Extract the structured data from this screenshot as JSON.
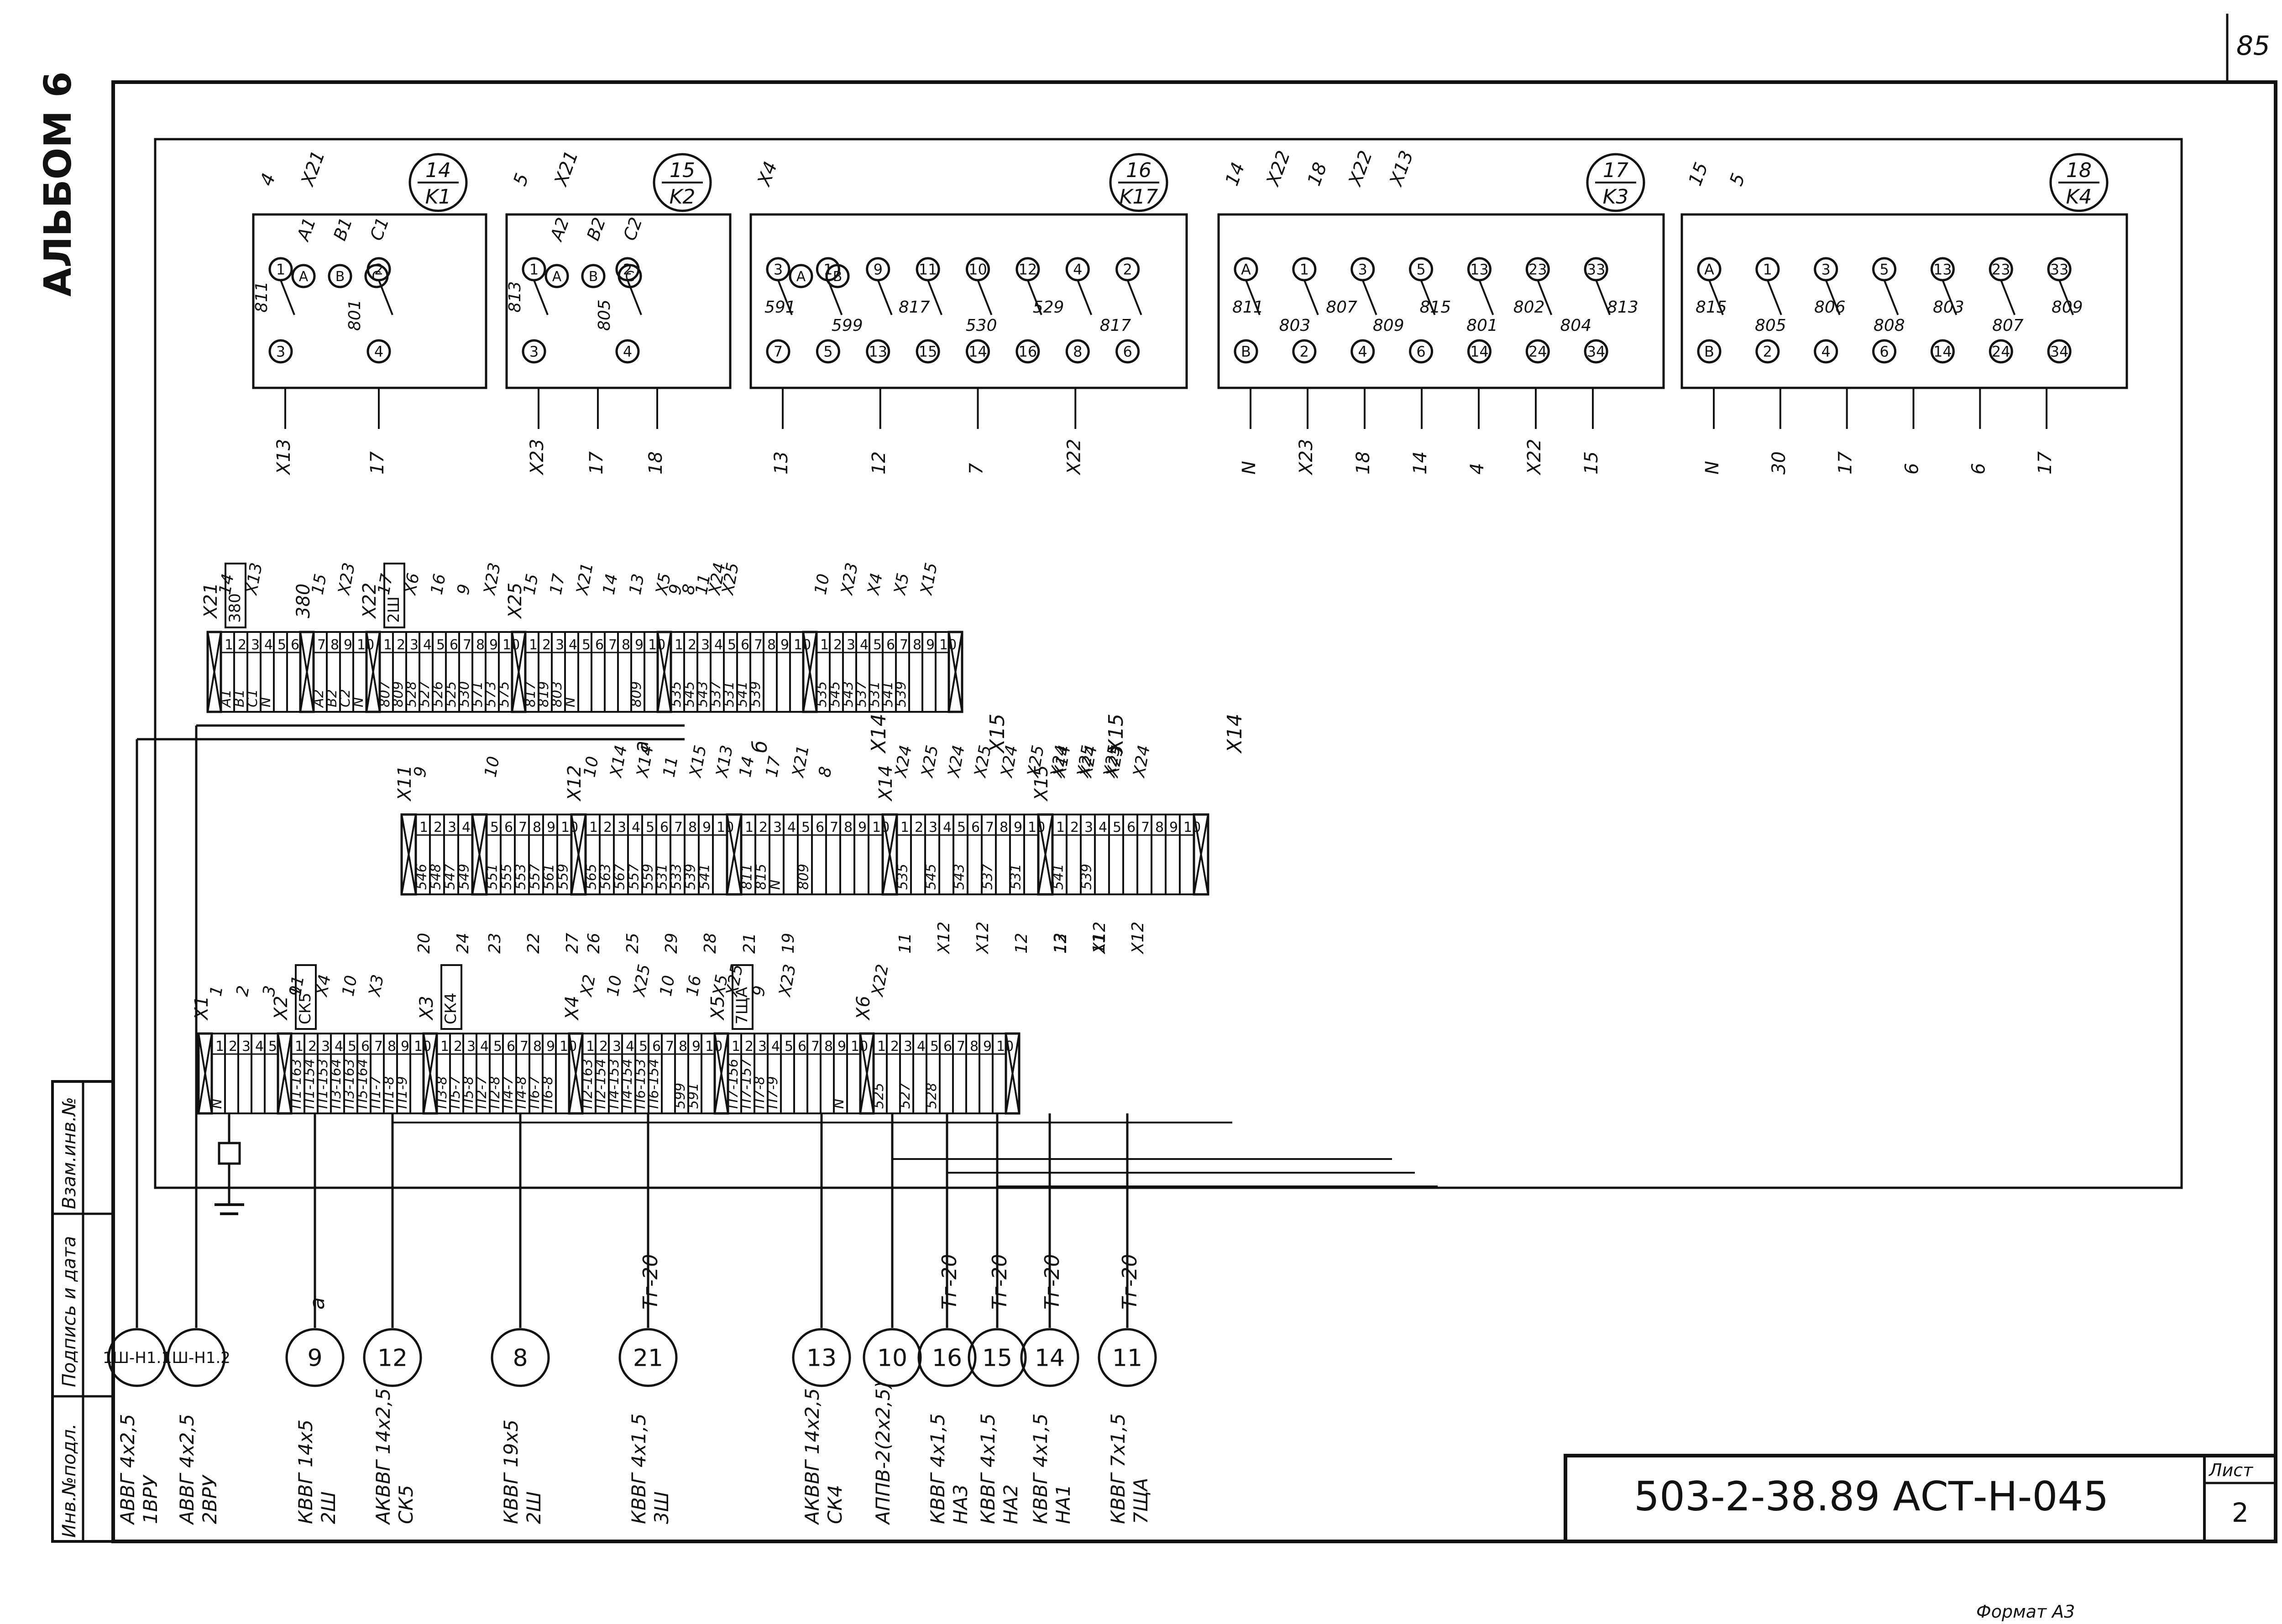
{
  "sheet": {
    "page_number": "85",
    "album": "АЛЬБОМ 6",
    "stamp_code": "503-2-38.89  АСТ-Н-045",
    "sheet_label": "Лист",
    "sheet_number": "2",
    "side_labels": [
      "Инв.№подл.",
      "Подпись и дата",
      "Взам.инв.№"
    ],
    "footer_note": "Формат А3"
  },
  "modules": [
    {
      "id": "14",
      "name": "K1",
      "bus_labels": [
        "4",
        "X21"
      ],
      "phases": [
        "A1",
        "B1",
        "C1"
      ],
      "terminals": [
        "A",
        "B",
        "C"
      ],
      "contacts": [
        "1",
        "2",
        "3",
        "4"
      ],
      "wires": [
        "811",
        "801"
      ],
      "exits": [
        "X13",
        "17"
      ]
    },
    {
      "id": "15",
      "name": "K2",
      "bus_labels": [
        "5",
        "X21"
      ],
      "phases": [
        "A2",
        "B2",
        "C2"
      ],
      "terminals": [
        "A",
        "B",
        "C"
      ],
      "contacts": [
        "1",
        "2",
        "3",
        "4"
      ],
      "wires": [
        "813",
        "805"
      ],
      "exits": [
        "X23",
        "17",
        "18"
      ]
    },
    {
      "id": "16",
      "name": "K17",
      "bus_labels": [
        "X4"
      ],
      "contacts": [
        "3",
        "1",
        "9",
        "11",
        "10",
        "12",
        "4",
        "2",
        "7",
        "5",
        "13",
        "15",
        "14",
        "16",
        "8",
        "6"
      ],
      "wires": [
        "591",
        "599",
        "817",
        "530",
        "529",
        "817"
      ],
      "terminals": [
        "A",
        "B"
      ],
      "exits": [
        "13",
        "12",
        "7",
        "X22"
      ]
    },
    {
      "id": "17",
      "name": "K3",
      "bus_labels": [
        "14",
        "X22",
        "18",
        "X22",
        "X13"
      ],
      "contacts": [
        "A",
        "1",
        "3",
        "5",
        "13",
        "23",
        "33",
        "B",
        "2",
        "4",
        "6",
        "14",
        "24",
        "34"
      ],
      "wires": [
        "811",
        "803",
        "807",
        "809",
        "815",
        "801",
        "802",
        "804",
        "813"
      ],
      "exits": [
        "N",
        "X23",
        "18",
        "14",
        "4",
        "X22",
        "15"
      ]
    },
    {
      "id": "18",
      "name": "K4",
      "bus_labels": [
        "15",
        "5"
      ],
      "contacts": [
        "A",
        "1",
        "3",
        "5",
        "13",
        "23",
        "33",
        "B",
        "2",
        "4",
        "6",
        "14",
        "24",
        "34"
      ],
      "wires": [
        "815",
        "805",
        "806",
        "808",
        "803",
        "807",
        "809"
      ],
      "exits": [
        "N",
        "30",
        "17",
        "6",
        "6",
        "17"
      ]
    }
  ],
  "strip1": {
    "groups": [
      {
        "header": "X21",
        "badge": "380",
        "numbers": [
          "1",
          "2",
          "3",
          "4",
          "5",
          "6"
        ],
        "wires": [
          "A1",
          "B1",
          "C1",
          "N"
        ],
        "top": [
          "14",
          "X13"
        ]
      },
      {
        "header": "380",
        "numbers": [
          "7",
          "8",
          "9",
          "10"
        ],
        "wires": [
          "A2",
          "B2",
          "C2",
          "N"
        ],
        "top": [
          "15",
          "X23"
        ]
      },
      {
        "header": "X22",
        "badge": "2Ш",
        "numbers": [
          "1",
          "2",
          "3",
          "4",
          "5",
          "6",
          "7",
          "8",
          "9",
          "10"
        ],
        "wires": [
          "807",
          "809",
          "528",
          "527",
          "526",
          "525",
          "530",
          "571",
          "573",
          "575"
        ],
        "top": [
          "17",
          "X6",
          "16",
          "9",
          "X23"
        ]
      },
      {
        "header": "X25",
        "numbers": [
          "1",
          "2",
          "3",
          "4",
          "5",
          "6",
          "7",
          "8",
          "9",
          "10"
        ],
        "wires": [
          "817",
          "819",
          "803",
          "N",
          "",
          "",
          "",
          "",
          "809",
          ""
        ],
        "top": [
          "15",
          "17",
          "X21",
          "14",
          "13",
          "X5",
          "8",
          "X24"
        ]
      },
      {
        "header": "",
        "numbers": [
          "1",
          "2",
          "3",
          "4",
          "5",
          "6",
          "7",
          "8",
          "9",
          "10"
        ],
        "wires": [
          "535",
          "545",
          "543",
          "537",
          "531",
          "541",
          "539"
        ],
        "top": [
          "9",
          "11",
          "X25"
        ]
      },
      {
        "header": "",
        "numbers": [
          "1",
          "2",
          "3",
          "4",
          "5",
          "6",
          "7",
          "8",
          "9",
          "10"
        ],
        "wires": [
          "535",
          "545",
          "543",
          "537",
          "531",
          "541",
          "539"
        ],
        "top": [
          "10",
          "X23",
          "X4",
          "X5",
          "X15"
        ]
      }
    ],
    "bottom_labels": [
      "а",
      "б",
      "X14",
      "X15",
      "X15",
      "X14"
    ]
  },
  "strip2": {
    "groups": [
      {
        "header": "X11",
        "numbers": [
          "1",
          "2",
          "3",
          "4"
        ],
        "wires": [
          "546",
          "548",
          "547",
          "549"
        ],
        "bottom": [
          "20",
          "24"
        ],
        "top": [
          "9"
        ]
      },
      {
        "header": "",
        "numbers": [
          "5",
          "6",
          "7",
          "8",
          "9",
          "10"
        ],
        "wires": [
          "551",
          "555",
          "553",
          "557",
          "561",
          "559"
        ],
        "bottom": [
          "23",
          "22",
          "27"
        ],
        "top": [
          "10"
        ]
      },
      {
        "header": "X12",
        "numbers": [
          "1",
          "2",
          "3",
          "4",
          "5",
          "6",
          "7",
          "8",
          "9",
          "10"
        ],
        "wires": [
          "565",
          "563",
          "567",
          "557",
          "559",
          "531",
          "533",
          "539",
          "541"
        ],
        "bottom": [
          "26",
          "25",
          "29",
          "28"
        ],
        "top": [
          "10",
          "X14",
          "X14",
          "11",
          "X15",
          "X13"
        ]
      },
      {
        "header": "",
        "numbers": [
          "1",
          "2",
          "3",
          "4",
          "5",
          "6",
          "7",
          "8",
          "9",
          "10"
        ],
        "wires": [
          "811",
          "815",
          "N",
          "",
          "809"
        ],
        "bottom": [
          "21",
          "19"
        ],
        "top": [
          "14",
          "17",
          "X21",
          "8"
        ]
      },
      {
        "header": "X14",
        "numbers": [
          "1",
          "2",
          "3",
          "4",
          "5",
          "6",
          "7",
          "8",
          "9",
          "10"
        ],
        "wires": [
          "535",
          "",
          "545",
          "",
          "543",
          "",
          "537",
          "",
          "531",
          ""
        ],
        "bottom": [
          "11",
          "X12",
          "X12",
          "12",
          "13",
          "11",
          "X12"
        ],
        "top": [
          "X24",
          "X25",
          "X24",
          "X25",
          "X24",
          "X25",
          "X14",
          "X24",
          "X25",
          "X24"
        ]
      },
      {
        "header": "X15",
        "numbers": [
          "1",
          "2",
          "3",
          "4",
          "5",
          "6",
          "7",
          "8",
          "9",
          "10"
        ],
        "wires": [
          "541",
          "",
          "539"
        ],
        "bottom": [
          "12",
          "X12"
        ],
        "top": [
          "X24",
          "X25",
          "X25"
        ]
      }
    ]
  },
  "strip3": {
    "groups": [
      {
        "header": "X1",
        "numbers": [
          "1",
          "2",
          "3",
          "4",
          "5"
        ],
        "wires": [
          "N",
          "",
          "",
          "",
          ""
        ],
        "top": [
          "1",
          "2",
          "3",
          "11"
        ]
      },
      {
        "header": "X2",
        "badge": "СК5",
        "numbers": [
          "1",
          "2",
          "3",
          "4",
          "5",
          "6",
          "7",
          "8",
          "9",
          "10"
        ],
        "wires": [
          "П1-163",
          "П1-154",
          "П1-153",
          "П3-164",
          "П3-163",
          "П5-164",
          "П1-7",
          "П1-8",
          "П1-9",
          ""
        ],
        "top": [
          "9",
          "X4",
          "10",
          "X3"
        ]
      },
      {
        "header": "X3",
        "badge": "СК4",
        "numbers": [
          "1",
          "2",
          "3",
          "4",
          "5",
          "6",
          "7",
          "8",
          "9",
          "10"
        ],
        "wires": [
          "П3-8",
          "П5-7",
          "П5-8",
          "П2-7",
          "П2-8",
          "П4-7",
          "П4-8",
          "П6-7",
          "П6-8",
          ""
        ],
        "top": []
      },
      {
        "header": "X4",
        "numbers": [
          "1",
          "2",
          "3",
          "4",
          "5",
          "6",
          "7",
          "8",
          "9",
          "10"
        ],
        "wires": [
          "П2-163",
          "П2-154",
          "П4-153",
          "П4-154",
          "П6-153",
          "П6-154",
          "",
          "599",
          "591",
          ""
        ],
        "top": [
          "X2",
          "10",
          "X25",
          "10",
          "16",
          "X5"
        ]
      },
      {
        "header": "X5",
        "badge": "7ЩА",
        "numbers": [
          "1",
          "2",
          "3",
          "4",
          "5",
          "6",
          "7",
          "8",
          "9",
          "10"
        ],
        "wires": [
          "П7-156",
          "П7-157",
          "П7-8",
          "П7-9",
          "",
          "",
          "",
          "",
          "N",
          ""
        ],
        "top": [
          "X25",
          "9",
          "X23"
        ]
      },
      {
        "header": "X6",
        "numbers": [
          "1",
          "2",
          "3",
          "4",
          "5",
          "6",
          "7",
          "8",
          "9",
          "10"
        ],
        "wires": [
          "525",
          "",
          "527",
          "",
          "528",
          "",
          "",
          "",
          "",
          ""
        ],
        "top": [
          "X22"
        ]
      }
    ]
  },
  "cables": [
    {
      "id": "1Ш-Н1.1",
      "spec": "АВВГ 4х2,5",
      "dest": "1ВРУ"
    },
    {
      "id": "1Ш-Н1.2",
      "spec": "АВВГ 4х2,5",
      "dest": "2ВРУ"
    },
    {
      "id": "9",
      "spec": "КВВГ 14х5",
      "dest": "2Ш",
      "mark": "а"
    },
    {
      "id": "12",
      "spec": "АКВВГ 14х2,5",
      "dest": "СК5"
    },
    {
      "id": "8",
      "spec": "КВВГ 19х5",
      "dest": "2Ш"
    },
    {
      "id": "21",
      "spec": "КВВГ 4х1,5",
      "dest": "3Ш",
      "mark": "Тг-20"
    },
    {
      "id": "13",
      "spec": "АКВВГ 14х2,5",
      "dest": "СК4"
    },
    {
      "id": "10",
      "spec": "АППВ-2(2х2,5)",
      "dest": ""
    },
    {
      "id": "16",
      "spec": "КВВГ 4х1,5",
      "dest": "НА3",
      "mark": "Тг-20"
    },
    {
      "id": "15",
      "spec": "КВВГ 4х1,5",
      "dest": "НА2",
      "mark": "Тг-20"
    },
    {
      "id": "14",
      "spec": "КВВГ 4х1,5",
      "dest": "НА1",
      "mark": "Тг-20"
    },
    {
      "id": "11",
      "spec": "КВВГ 7х1,5",
      "dest": "7ЩА",
      "mark": "Тг-20"
    }
  ]
}
